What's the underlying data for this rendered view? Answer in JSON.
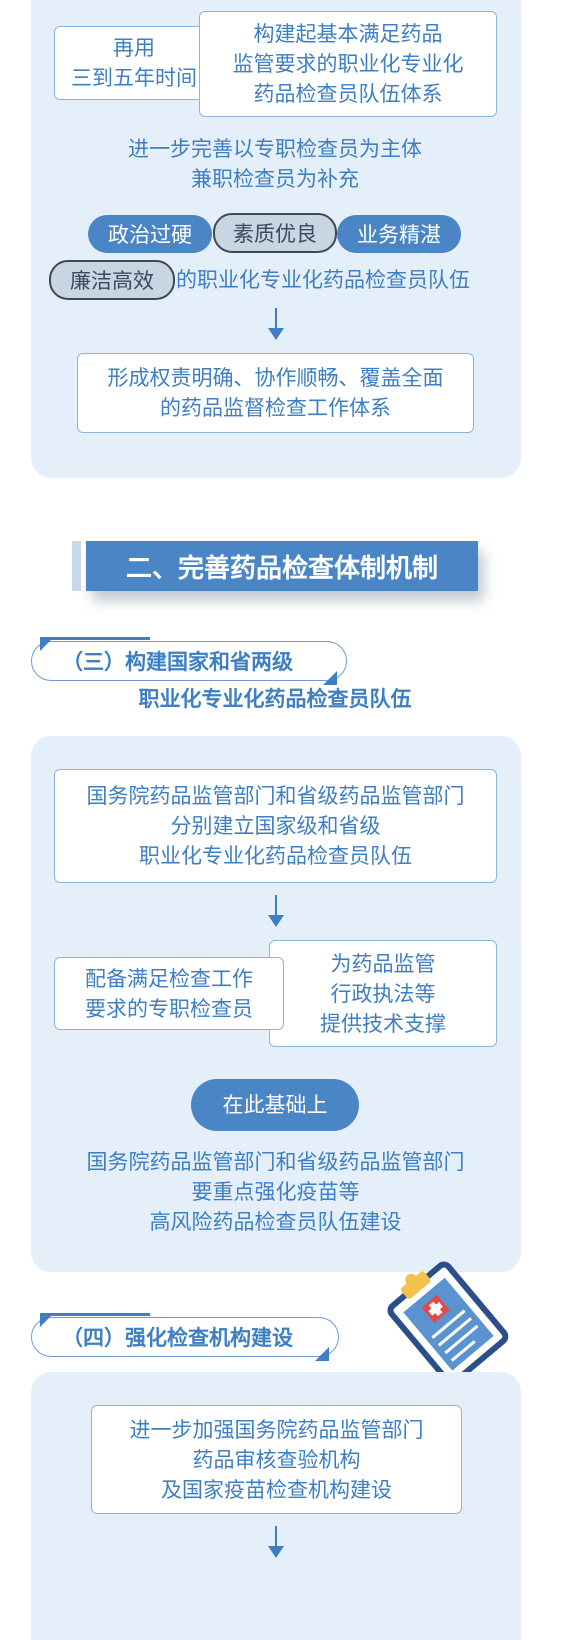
{
  "section1": {
    "box_reuse": "再用\n三到五年时间",
    "box_build": "构建起基本满足药品\n监管要求的职业化专业化\n药品检查员队伍体系",
    "text_improve": "进一步完善以专职检查员为主体\n兼职检查员为补充",
    "pills": [
      "政治过硬",
      "素质优良",
      "业务精湛",
      "廉洁高效"
    ],
    "pills_suffix": "的职业化专业化药品检查员队伍",
    "box_form": "形成权责明确、协作顺畅、覆盖全面\n的药品监督检查工作体系"
  },
  "section2": {
    "title": "二、完善药品检查体制机制",
    "sub3_title": "（三）构建国家和省两级",
    "sub3_title2": "职业化专业化药品检查员队伍",
    "box_departments": "国务院药品监管部门和省级药品监管部门\n分别建立国家级和省级\n职业化专业化药品检查员队伍",
    "box_equip": "配备满足检查工作\n要求的专职检查员",
    "box_support": "为药品监管\n行政执法等\n提供技术支撑",
    "basis": "在此基础上",
    "text_vaccine": "国务院药品监管部门和省级药品监管部门\n要重点强化疫苗等\n高风险药品检查员队伍建设",
    "sub4_title": "（四）强化检查机构建设",
    "box_strengthen": "进一步加强国务院药品监管部门\n药品审核查验机构\n及国家疫苗检查机构建设"
  },
  "colors": {
    "primary": "#3d7fc2",
    "accent_blue": "#4a86c6",
    "panel": "#e5eff9"
  },
  "icons": [
    "clipboard-medical-icon"
  ]
}
